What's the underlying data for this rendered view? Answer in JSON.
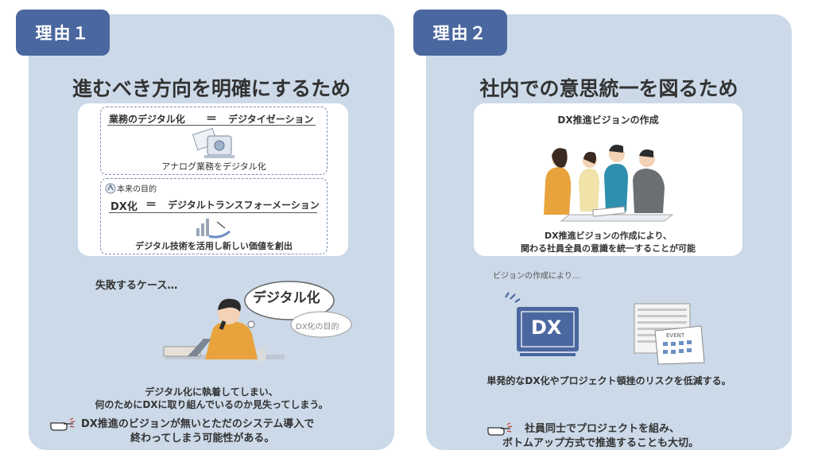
{
  "reason1": {
    "tag": "理由１",
    "title": "進むべき方向を明確にするため",
    "box1": {
      "left": "業務のデジタル化",
      "eq": "＝",
      "right": "デジタイゼーション",
      "caption": "アナログ業務をデジタル化"
    },
    "box2": {
      "note": "本来の目的",
      "left": "DX化",
      "eq": "＝",
      "right": "デジタルトランスフォーメーション",
      "caption": "デジタル技術を活用し新しい価値を創出"
    },
    "fail_heading": "失敗するケース…",
    "bubble_big": "デジタル化",
    "bubble_small": "DX化の目的",
    "desc_line1": "デジタル化に執着してしまい、",
    "desc_line2": "何のためにDXに取り組んでいるのか見失ってしまう。",
    "warn_line1": "DX推進のビジョンが無いとただのシステム導入で",
    "warn_line2": "終わってしまう可能性がある。"
  },
  "reason2": {
    "tag": "理由２",
    "title": "社内での意思統一を図るため",
    "box": {
      "heading": "DX推進ビジョンの作成",
      "line1": "DX推進ビジョンの作成により、",
      "line2": "関わる社員全員の意識を統一することが可能"
    },
    "sub_note": "ビジョンの作成により…",
    "monitor_text": "DX",
    "calendar_label": "EVENT",
    "risk_text": "単発的なDX化やプロジェクト頓挫のリスクを低減する。",
    "tip_line1": "社員同士でプロジェクトを組み、",
    "tip_line2": "ボトムアップ方式で推進することも大切。"
  },
  "colors": {
    "panel": "#cbd9e8",
    "tag": "#4b67a0",
    "monitor": "#4b67a0",
    "shirt_orange": "#e8a33c",
    "shirt_teal": "#2f8fae"
  },
  "icons": [
    "pointing-hand-icon",
    "laptop-tablet-icon",
    "chart-hand-icon",
    "monitor-icon",
    "calendar-icon"
  ]
}
